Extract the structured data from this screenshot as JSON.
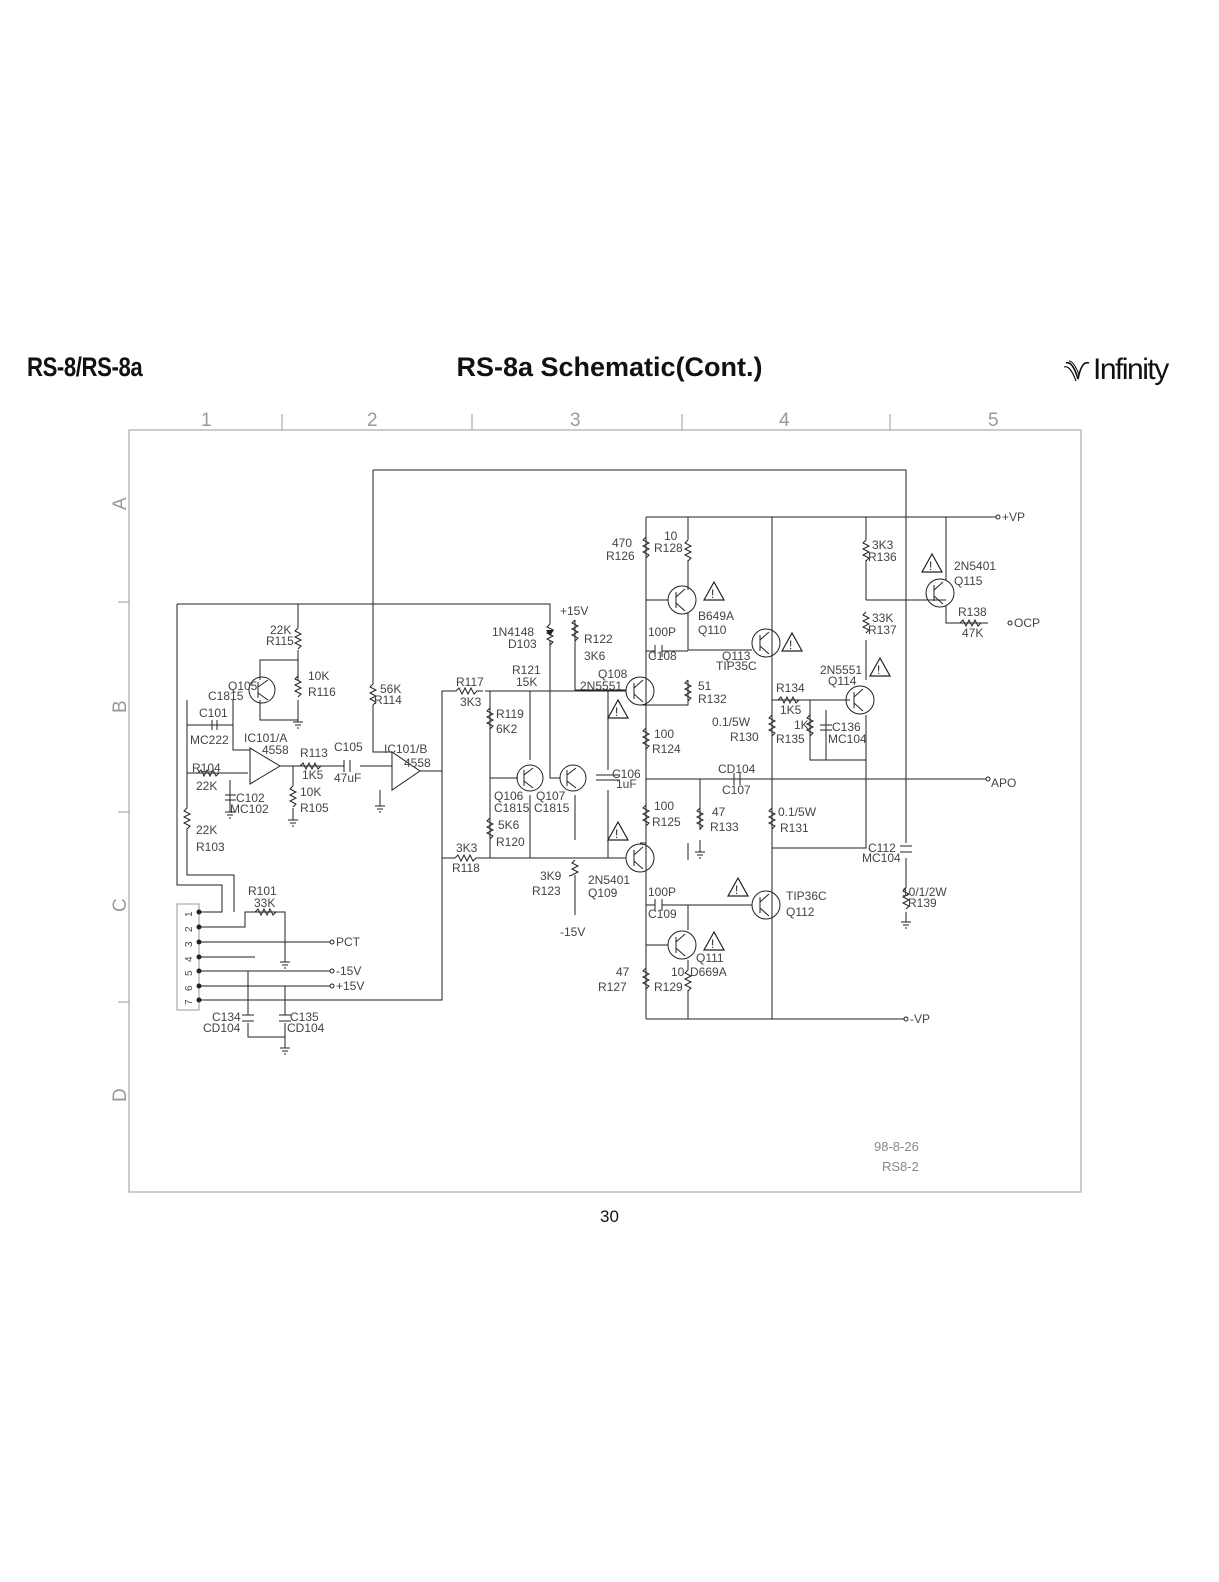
{
  "header": {
    "model": "RS-8/RS-8a",
    "title": "RS-8a Schematic(Cont.)",
    "brand": "Infinity"
  },
  "grid": {
    "columns": [
      "1",
      "2",
      "3",
      "4",
      "5"
    ],
    "rows": [
      "A",
      "B",
      "C",
      "D"
    ]
  },
  "stamp": {
    "date": "98-8-26",
    "drawing": "RS8-2"
  },
  "page_number": "30",
  "labels": {
    "vp_pos": "+VP",
    "vp_neg": "-VP",
    "ocp": "OCP",
    "apo": "APO",
    "pct": "PCT",
    "m15v": "-15V",
    "p15v": "+15V",
    "p15v_top": "+15V",
    "m15v_bot": "-15V",
    "q115_type": "2N5401",
    "q115": "Q115",
    "r136_val": "3K3",
    "r136": "R136",
    "r137_val": "33K",
    "r137": "R137",
    "r138": "R138",
    "r138_val": "47K",
    "q114_type": "2N5551",
    "q114": "Q114",
    "r126_val": "470",
    "r126": "R126",
    "r128_val": "10",
    "r128": "R128",
    "q110_type": "B649A",
    "q110": "Q110",
    "c108_val": "100P",
    "c108": "C108",
    "q113": "Q113",
    "q113_type": "TIP35C",
    "r132_val": "51",
    "r132": "R132",
    "r134": "R134",
    "r134_val": "1K5",
    "r130_val": "0.1/5W",
    "r130": "R130",
    "r135_val": "1K",
    "r135": "R135",
    "c136": "C136",
    "c136_type": "MC104",
    "q108": "Q108",
    "q108_type": "2N5551",
    "d103_type": "1N4148",
    "d103": "D103",
    "r122": "R122",
    "r122_val": "3K6",
    "r121": "R121",
    "r121_val": "15K",
    "r117": "R117",
    "r117_val": "3K3",
    "r119": "R119",
    "r119_val": "6K2",
    "r124_val": "100",
    "r124": "R124",
    "c106": "C106",
    "c106_val": "1uF",
    "cd104": "CD104",
    "c107": "C107",
    "q106": "Q106",
    "q106_type": "C1815",
    "q107": "Q107",
    "q107_type": "C1815",
    "r120_val": "5K6",
    "r120": "R120",
    "r125_val": "100",
    "r125": "R125",
    "r133_val": "47",
    "r133": "R133",
    "r131_val": "0.1/5W",
    "r131": "R131",
    "c112": "C112",
    "c112_type": "MC104",
    "r118_val": "3K3",
    "r118": "R118",
    "r123_val": "3K9",
    "r123": "R123",
    "q109_type": "2N5401",
    "q109": "Q109",
    "c109_val": "100P",
    "c109": "C109",
    "q112_type": "TIP36C",
    "q112": "Q112",
    "r139_val": "10/1/2W",
    "r139": "R139",
    "q111": "Q111",
    "q111_type": "D669A",
    "r127_val": "47",
    "r127": "R127",
    "r129_val": "10",
    "r129": "R129",
    "r115_val": "22K",
    "r115": "R115",
    "r116_val": "10K",
    "r116": "R116",
    "q105": "Q105",
    "q105_type": "C1815",
    "c101": "C101",
    "c101_type": "MC222",
    "ic101a": "IC101/A",
    "ic101a_type": "4558",
    "r113": "R113",
    "r113_val": "1K5",
    "c105": "C105",
    "c105_val": "47uF",
    "ic101b": "IC101/B",
    "ic101b_type": "4558",
    "r114_val": "56K",
    "r114": "R114",
    "r104": "R104",
    "r104_val": "22K",
    "c102": "C102",
    "c102_type": "MC102",
    "r105_val": "10K",
    "r105": "R105",
    "r103_val": "22K",
    "r103": "R103",
    "r101": "R101",
    "r101_val": "33K",
    "c134": "C134",
    "c134_type": "CD104",
    "c135": "C135",
    "c135_type": "CD104",
    "conn_pins": [
      "1",
      "2",
      "3",
      "4",
      "5",
      "6",
      "7"
    ]
  }
}
